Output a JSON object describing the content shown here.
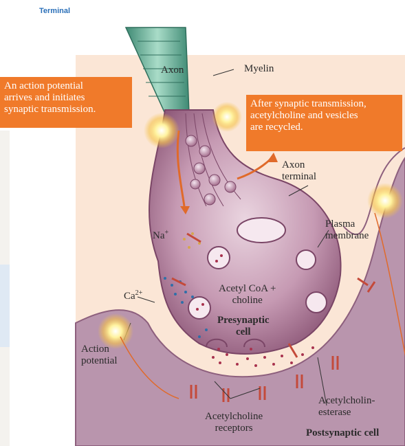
{
  "header": {
    "title": "Terminal"
  },
  "callouts": {
    "left": {
      "lines": [
        "An action potential",
        "arrives and initiates",
        "synaptic transmission."
      ]
    },
    "right": {
      "lines": [
        "After synaptic transmission,",
        "acetylcholine and vesicles",
        "are recycled."
      ]
    }
  },
  "labels": {
    "axon": "Axon",
    "myelin": "Myelin",
    "axon_terminal": [
      "Axon",
      "terminal"
    ],
    "plasma_membrane": [
      "Plasma",
      "membrane"
    ],
    "na": "Na",
    "na_sup": "+",
    "ca": "Ca",
    "ca_sup": "2+",
    "acetyl_coa": [
      "Acetyl CoA +",
      "choline"
    ],
    "presynaptic_cell": [
      "Presynaptic",
      "cell"
    ],
    "action_potential": [
      "Action",
      "potential"
    ],
    "acetylcholinesterase": [
      "Acetylcholin-",
      "esterase"
    ],
    "ach_receptors": [
      "Acetylcholine",
      "receptors"
    ],
    "postsynaptic_cell": "Postsynaptic cell"
  },
  "colors": {
    "callout": "#f07a2a",
    "background": "#fbe6d6",
    "terminal": "#b07a98",
    "axon": "#6fae98",
    "ach_dots": "#a8324e",
    "ca_dots": "#2f6fa8"
  }
}
